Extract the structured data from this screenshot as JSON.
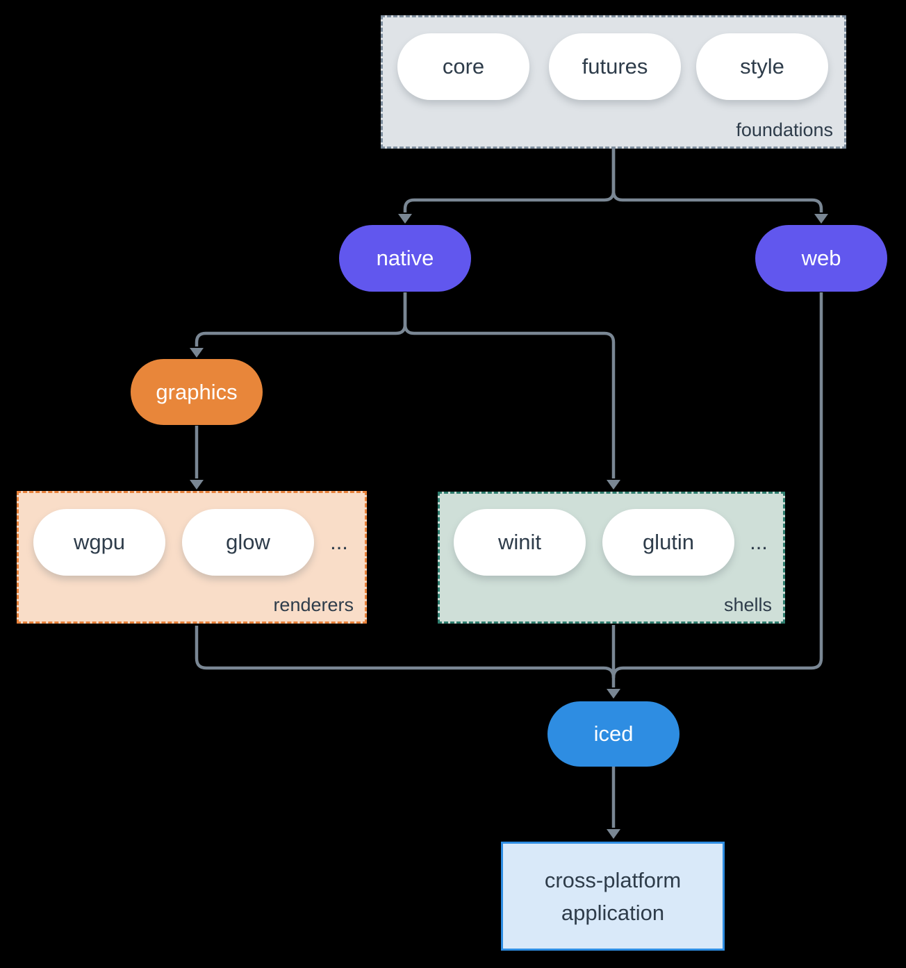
{
  "colors": {
    "background": "#000000",
    "arrow": "#7a8794",
    "text_dark": "#2e3c4a",
    "foundations_fill": "#dfe3e7",
    "foundations_border": "#7e8e9e",
    "renderers_fill": "#f9ddc8",
    "renderers_border": "#e8813a",
    "shells_fill": "#cfdfd8",
    "shells_border": "#2e7d6e",
    "node_purple": "#6157ee",
    "node_orange": "#e8863a",
    "node_blue": "#2e8de2",
    "app_fill": "#d9e9f9",
    "app_border": "#2e8de2"
  },
  "foundations": {
    "label": "foundations",
    "items": [
      "core",
      "futures",
      "style"
    ]
  },
  "nodes": {
    "native": "native",
    "web": "web",
    "graphics": "graphics",
    "iced": "iced"
  },
  "renderers": {
    "label": "renderers",
    "items": [
      "wgpu",
      "glow"
    ],
    "more": "..."
  },
  "shells": {
    "label": "shells",
    "items": [
      "winit",
      "glutin"
    ],
    "more": "..."
  },
  "application": {
    "line1": "cross-platform",
    "line2": "application"
  }
}
